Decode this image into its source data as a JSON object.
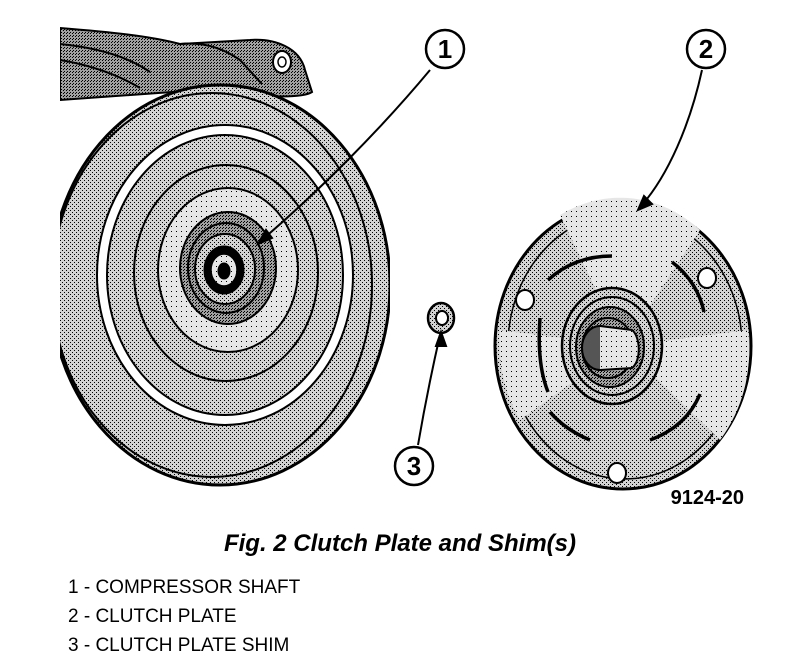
{
  "figure": {
    "caption": "Fig. 2 Clutch Plate and Shim(s)",
    "figure_code": "9124-20",
    "callouts": [
      {
        "number": "1",
        "label": "COMPRESSOR SHAFT"
      },
      {
        "number": "2",
        "label": "CLUTCH PLATE"
      },
      {
        "number": "3",
        "label": "CLUTCH PLATE SHIM"
      }
    ],
    "legend_items": [
      "1 - COMPRESSOR SHAFT",
      "2 - CLUTCH PLATE",
      "3 - CLUTCH PLATE SHIM"
    ]
  },
  "colors": {
    "ink": "#000000",
    "shade": "#b8b8b8",
    "paper": "#ffffff"
  }
}
